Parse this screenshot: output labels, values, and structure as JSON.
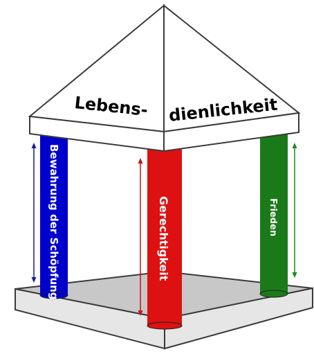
{
  "roof": {
    "left_text": "Lebens-",
    "right_text": "dienlichkeit"
  },
  "pillars": [
    {
      "label": "Bewahrung der Schöpfung",
      "color": "#0000cc",
      "arrow_color": "#1a1aa0"
    },
    {
      "label": "Gerechtigkeit",
      "color": "#dd1111",
      "arrow_color": "#cc1111"
    },
    {
      "label": "Frieden",
      "color": "#1a7a1a",
      "arrow_color": "#1a8a1a"
    }
  ],
  "colors": {
    "roof_fill": "#ffffff",
    "outline": "#3a3a3a",
    "base_top": "#c8c8c8",
    "base_front": "#e6e6e6"
  }
}
